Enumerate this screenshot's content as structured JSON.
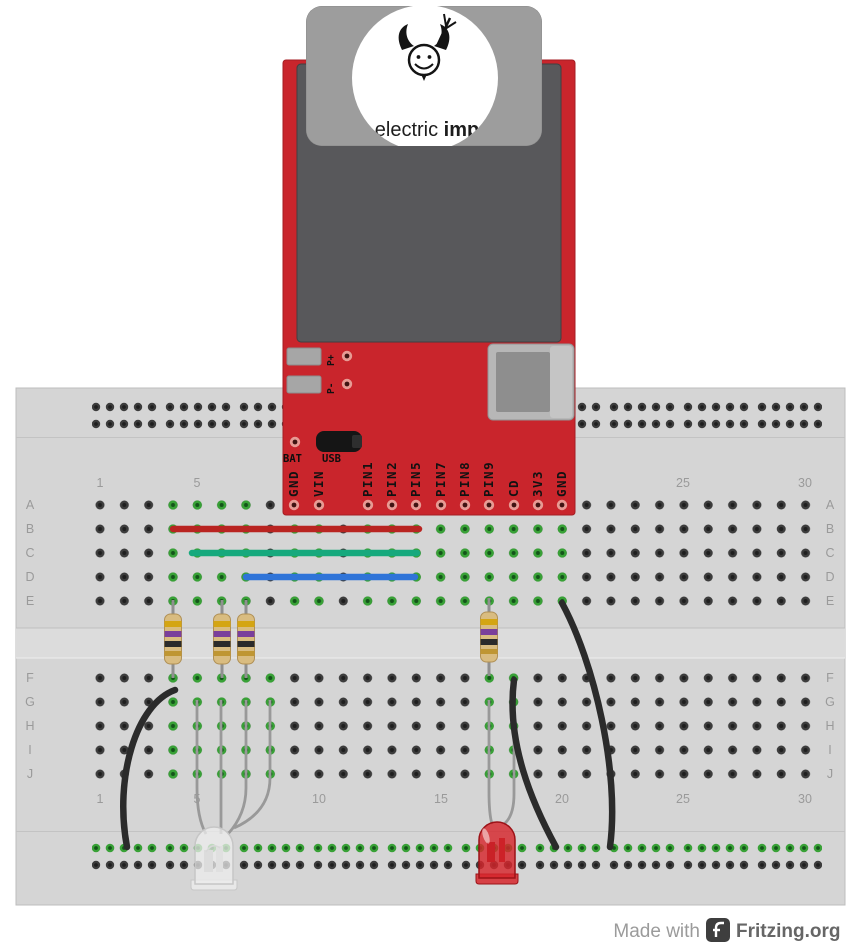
{
  "board": {
    "name": "Electric Imp breakout board",
    "card_name": "Electric Imp card",
    "logo": {
      "icon": "devil-icon",
      "text_regular": "electric ",
      "text_bold": "imp"
    },
    "labels": {
      "p_plus": "P+",
      "p_minus": "P-",
      "bat": "BAT",
      "usb": "USB"
    },
    "pins": [
      "GND",
      "VIN",
      "PIN1",
      "PIN2",
      "PIN5",
      "PIN7",
      "PIN8",
      "PIN9",
      "CD",
      "3V3",
      "GND"
    ],
    "colors": {
      "pcb": "#c9252c",
      "socket": "#58585b",
      "card": "#9d9d9d"
    }
  },
  "breadboard": {
    "row_labels": [
      "A",
      "B",
      "C",
      "D",
      "E",
      "F",
      "G",
      "H",
      "I",
      "J"
    ],
    "column_labels": [
      "1",
      "5",
      "10",
      "15",
      "20",
      "25",
      "30"
    ],
    "colors": {
      "base": "#d5d5d5",
      "hole": "#3c3c3c",
      "connected": "#38a136"
    }
  },
  "components": {
    "wires": [
      {
        "name": "red-jumper",
        "color": "#b92421"
      },
      {
        "name": "green-jumper",
        "color": "#16a97d"
      },
      {
        "name": "blue-jumper",
        "color": "#2f74d8"
      },
      {
        "name": "black-jumper-left",
        "color": "#2b2b2b"
      },
      {
        "name": "black-jumper-middle",
        "color": "#2b2b2b"
      },
      {
        "name": "black-jumper-right",
        "color": "#2b2b2b"
      }
    ],
    "resistors": {
      "count": 4,
      "body_color": "#d9bc80",
      "band_colors": [
        "#d4a513",
        "#7a3f9b",
        "#2b2b2b",
        "#bf9633"
      ]
    },
    "leds": [
      {
        "name": "white-led",
        "color": "#ececec"
      },
      {
        "name": "red-led",
        "color": "#d6262c"
      }
    ]
  },
  "footer": {
    "made_with": "Made with",
    "brand": "Fritzing.org"
  }
}
